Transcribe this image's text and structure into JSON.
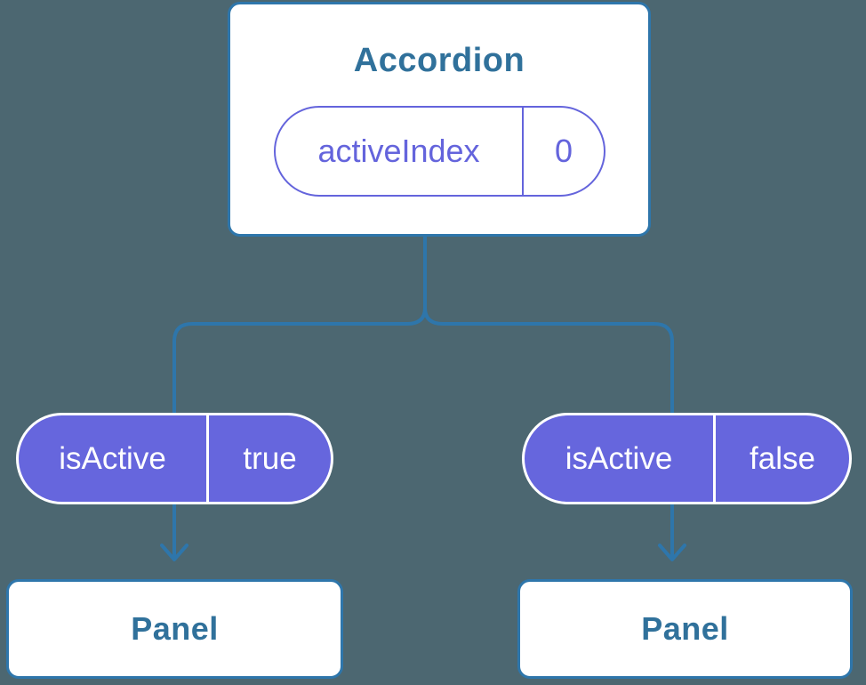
{
  "diagram": {
    "root_component": {
      "name": "Accordion",
      "state": {
        "label": "activeIndex",
        "value": "0"
      }
    },
    "branches": [
      {
        "prop": {
          "label": "isActive",
          "value": "true"
        },
        "child_component": {
          "name": "Panel"
        }
      },
      {
        "prop": {
          "label": "isActive",
          "value": "false"
        },
        "child_component": {
          "name": "Panel"
        }
      }
    ]
  },
  "colors": {
    "background": "#4C6771",
    "connector_blue": "#2E76AB",
    "component_text_blue": "#30719B",
    "prop_pill_purple": "#6666DD",
    "state_pill_outline_purple": "#6464DC",
    "card_white": "#FFFFFF"
  }
}
